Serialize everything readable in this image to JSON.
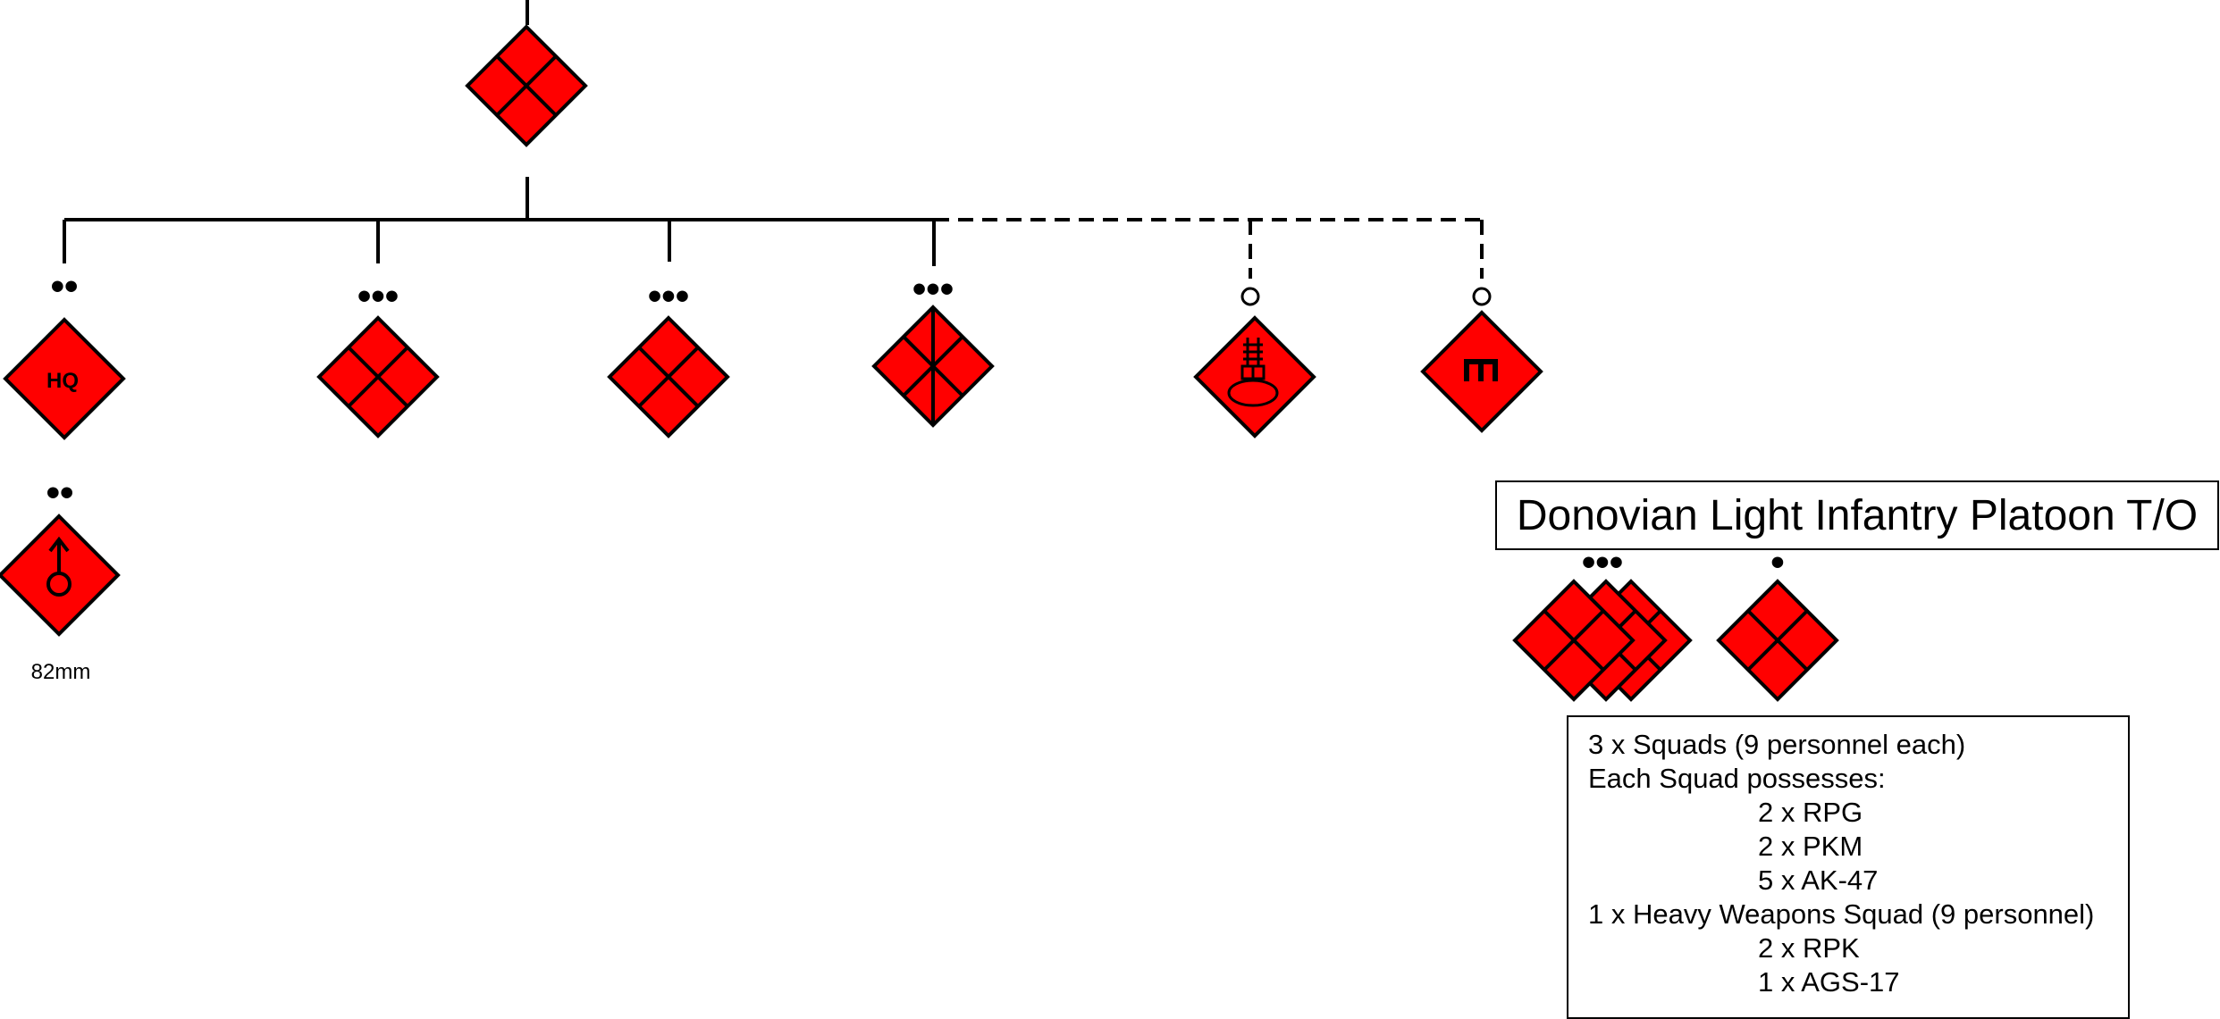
{
  "title": "Donovian Light Infantry Platoon T/O",
  "colors": {
    "unit_fill": "#ff0000",
    "stroke": "#000000",
    "background": "#ffffff"
  },
  "units": [
    {
      "id": "platoon",
      "symbol": "infantry",
      "echelon": ""
    },
    {
      "id": "hq",
      "symbol": "hq",
      "label": "HQ",
      "echelon": "••"
    },
    {
      "id": "squad-1",
      "symbol": "infantry",
      "echelon": "•••"
    },
    {
      "id": "squad-2",
      "symbol": "infantry",
      "echelon": "•••"
    },
    {
      "id": "heavy-weapons",
      "symbol": "infantry-heavy-weapons",
      "echelon": "•••"
    },
    {
      "id": "attached-1",
      "symbol": "infantry-launcher",
      "echelon": "○"
    },
    {
      "id": "attached-2",
      "symbol": "engineer",
      "echelon": "○"
    },
    {
      "id": "mortar",
      "symbol": "mortar",
      "echelon": "••",
      "caption": "82mm"
    }
  ],
  "legend": {
    "squads_echelon": "•••",
    "team_echelon": "•"
  },
  "info": {
    "lines": [
      {
        "text": "3 x Squads (9 personnel each)",
        "indent": false
      },
      {
        "text": "Each Squad possesses:",
        "indent": false
      },
      {
        "text": "2 x RPG",
        "indent": true
      },
      {
        "text": "2 x PKM",
        "indent": true
      },
      {
        "text": "5 x AK-47",
        "indent": true
      },
      {
        "text": "1 x Heavy Weapons Squad (9 personnel)",
        "indent": false
      },
      {
        "text": "2 x RPK",
        "indent": true
      },
      {
        "text": "1 x AGS-17",
        "indent": true
      }
    ]
  }
}
